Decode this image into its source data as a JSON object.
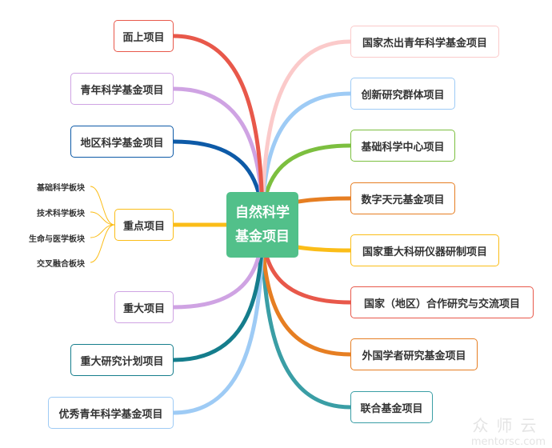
{
  "center": {
    "line1": "自然科学",
    "line2": "基金项目"
  },
  "left_nodes": [
    {
      "label": "面上项目",
      "color": "#e8584a"
    },
    {
      "label": "青年科学基金项目",
      "color": "#cfa3e3"
    },
    {
      "label": "地区科学基金项目",
      "color": "#0d5aa7"
    },
    {
      "label": "重点项目",
      "color": "#fbbd18",
      "children": [
        "基础科学板块",
        "技术科学板块",
        "生命与医学板块",
        "交叉融合板块"
      ]
    },
    {
      "label": "重大项目",
      "color": "#cfa3e3"
    },
    {
      "label": "重大研究计划项目",
      "color": "#157d8c"
    },
    {
      "label": "优秀青年科学基金项目",
      "color": "#9ecbf5"
    }
  ],
  "right_nodes": [
    {
      "label": "国家杰出青年科学基金项目",
      "color": "#fbcaca"
    },
    {
      "label": "创新研究群体项目",
      "color": "#9ecbf5"
    },
    {
      "label": "基础科学中心项目",
      "color": "#7cbf3f"
    },
    {
      "label": "数字天元基金项目",
      "color": "#e67e22"
    },
    {
      "label": "国家重大科研仪器研制项目",
      "color": "#fbbd18"
    },
    {
      "label": "国家（地区）合作研究与交流项目",
      "color": "#e8584a"
    },
    {
      "label": "外国学者研究基金项目",
      "color": "#e67e22"
    },
    {
      "label": "联合基金项目",
      "color": "#3a9ea5"
    }
  ],
  "watermark": {
    "cn": "众师云",
    "en": "mentorsc.com"
  }
}
